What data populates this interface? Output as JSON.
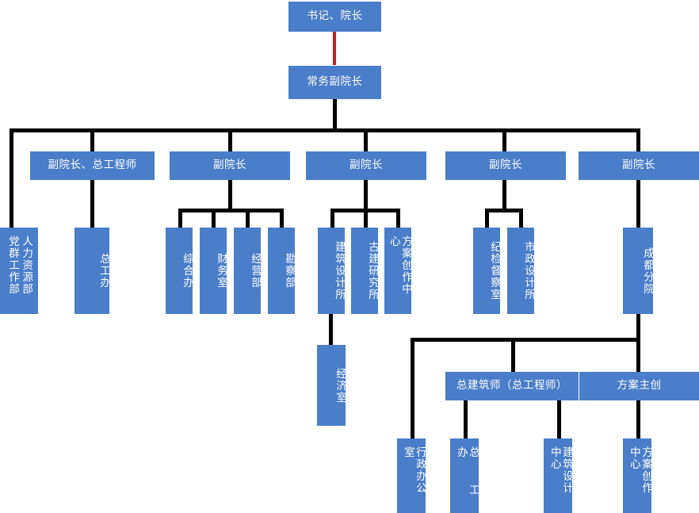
{
  "colors": {
    "node_fill": "#4a7ec8",
    "node_text": "#ffffff",
    "connector": "#000000",
    "highlight_connector": "#c0231e",
    "background": "#ffffff"
  },
  "chart_data": {
    "type": "diagram",
    "subtype": "organization-chart",
    "orientation": "top-down",
    "title": "",
    "nodes": [
      {
        "id": "n1",
        "label": "书记、院长",
        "level": 0,
        "text_direction": "horizontal"
      },
      {
        "id": "n2",
        "label": "常务副院长",
        "level": 1,
        "text_direction": "horizontal"
      },
      {
        "id": "n3",
        "label": "副院长、总工程师",
        "level": 2,
        "text_direction": "horizontal"
      },
      {
        "id": "n4",
        "label": "副院长",
        "level": 2,
        "text_direction": "horizontal"
      },
      {
        "id": "n5",
        "label": "副院长",
        "level": 2,
        "text_direction": "horizontal"
      },
      {
        "id": "n6",
        "label": "副院长",
        "level": 2,
        "text_direction": "horizontal"
      },
      {
        "id": "n7",
        "label": "副院长",
        "level": 2,
        "text_direction": "horizontal"
      },
      {
        "id": "n8",
        "label": "人力资源部",
        "label2": "党群工作部",
        "level": 3,
        "text_direction": "vertical"
      },
      {
        "id": "n9",
        "label": "总工办",
        "level": 3,
        "text_direction": "vertical"
      },
      {
        "id": "n10",
        "label": "综合办",
        "level": 3,
        "text_direction": "vertical"
      },
      {
        "id": "n11",
        "label": "财务室",
        "level": 3,
        "text_direction": "vertical"
      },
      {
        "id": "n12",
        "label": "经营部",
        "level": 3,
        "text_direction": "vertical"
      },
      {
        "id": "n13",
        "label": "勘察部",
        "level": 3,
        "text_direction": "vertical"
      },
      {
        "id": "n14",
        "label": "建筑设计所",
        "level": 3,
        "text_direction": "vertical"
      },
      {
        "id": "n15",
        "label": "古建研究所",
        "level": 3,
        "text_direction": "vertical"
      },
      {
        "id": "n16",
        "label": "方案创作中心",
        "level": 3,
        "text_direction": "vertical"
      },
      {
        "id": "n17",
        "label": "纪检督察室",
        "level": 3,
        "text_direction": "vertical"
      },
      {
        "id": "n18",
        "label": "市政设计所",
        "level": 3,
        "text_direction": "vertical"
      },
      {
        "id": "n19",
        "label": "成都分院",
        "level": 3,
        "text_direction": "vertical"
      },
      {
        "id": "n20",
        "label": "经济室",
        "level": 4,
        "text_direction": "vertical"
      },
      {
        "id": "n21",
        "label": "总建筑师（总工程师）",
        "level": 4,
        "text_direction": "horizontal"
      },
      {
        "id": "n22",
        "label": "方案主创",
        "level": 4,
        "text_direction": "horizontal"
      },
      {
        "id": "n23",
        "label": "行政办公室",
        "level": 5,
        "text_direction": "vertical"
      },
      {
        "id": "n24",
        "label": "总 工 办",
        "level": 5,
        "text_direction": "vertical"
      },
      {
        "id": "n25",
        "label": "建筑设计中心",
        "level": 5,
        "text_direction": "vertical"
      },
      {
        "id": "n26",
        "label": "方案创作中心",
        "level": 5,
        "text_direction": "vertical"
      }
    ],
    "edges": [
      {
        "from": "n1",
        "to": "n2",
        "color": "#c0231e"
      },
      {
        "from": "n2",
        "to": "n3",
        "color": "#000000"
      },
      {
        "from": "n2",
        "to": "n4",
        "color": "#000000"
      },
      {
        "from": "n2",
        "to": "n5",
        "color": "#000000"
      },
      {
        "from": "n2",
        "to": "n6",
        "color": "#000000"
      },
      {
        "from": "n2",
        "to": "n7",
        "color": "#000000"
      },
      {
        "from": "n3",
        "to": "n8",
        "color": "#000000"
      },
      {
        "from": "n3",
        "to": "n9",
        "color": "#000000"
      },
      {
        "from": "n4",
        "to": "n10",
        "color": "#000000"
      },
      {
        "from": "n4",
        "to": "n11",
        "color": "#000000"
      },
      {
        "from": "n4",
        "to": "n12",
        "color": "#000000"
      },
      {
        "from": "n4",
        "to": "n13",
        "color": "#000000"
      },
      {
        "from": "n5",
        "to": "n14",
        "color": "#000000"
      },
      {
        "from": "n5",
        "to": "n15",
        "color": "#000000"
      },
      {
        "from": "n5",
        "to": "n16",
        "color": "#000000"
      },
      {
        "from": "n6",
        "to": "n17",
        "color": "#000000"
      },
      {
        "from": "n6",
        "to": "n18",
        "color": "#000000"
      },
      {
        "from": "n7",
        "to": "n19",
        "color": "#000000"
      },
      {
        "from": "n14",
        "to": "n20",
        "color": "#000000"
      },
      {
        "from": "n19",
        "to": "n23",
        "color": "#000000"
      },
      {
        "from": "n19",
        "to": "n21",
        "color": "#000000"
      },
      {
        "from": "n19",
        "to": "n22",
        "color": "#000000"
      },
      {
        "from": "n21",
        "to": "n24",
        "color": "#000000"
      },
      {
        "from": "n21",
        "to": "n25",
        "color": "#000000"
      },
      {
        "from": "n22",
        "to": "n26",
        "color": "#000000"
      }
    ]
  }
}
